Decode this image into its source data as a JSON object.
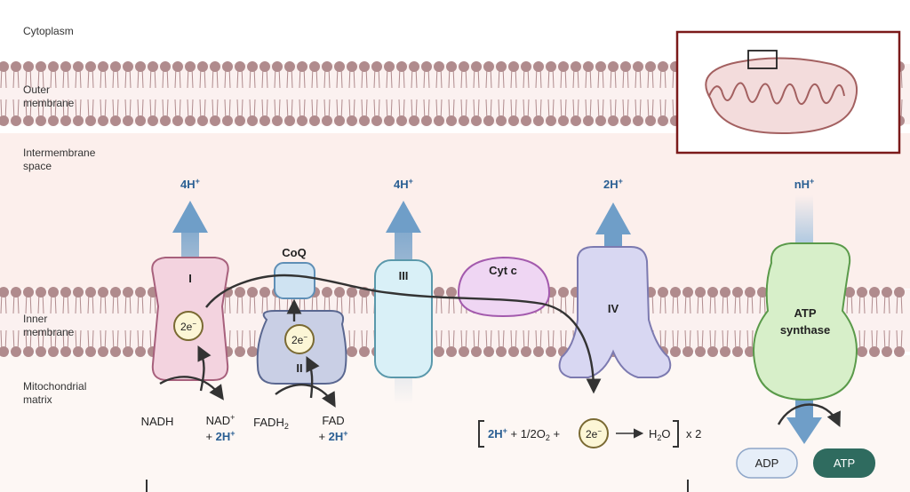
{
  "regions": {
    "cytoplasm": "Cytoplasm",
    "outer_membrane_line1": "Outer",
    "outer_membrane_line2": "membrane",
    "intermembrane_line1": "Intermembrane",
    "intermembrane_line2": "space",
    "inner_membrane_line1": "Inner",
    "inner_membrane_line2": "membrane",
    "matrix_line1": "Mitochondrial",
    "matrix_line2": "matrix"
  },
  "complexes": {
    "c1": "I",
    "coq": "CoQ",
    "c2": "II",
    "c3": "III",
    "cytc": "Cyt c",
    "c4": "IV",
    "atp_line1": "ATP",
    "atp_line2": "synthase"
  },
  "proton_labels": {
    "p1": "4H",
    "p3": "4H",
    "p4": "2H",
    "pn": "nH",
    "sup": "+"
  },
  "electrons": {
    "label": "2e",
    "sup": "−"
  },
  "substrates": {
    "nadh": "NADH",
    "nad": "NAD",
    "nad_sup": "+",
    "nad_h_prefix": "+ ",
    "nad_h": "2H",
    "nad_h_sup": "+",
    "fadh_main": "FADH",
    "fadh_sub": "2",
    "fad": "FAD",
    "fad_h_prefix": "+ ",
    "fad_h": "2H",
    "fad_h_sup": "+"
  },
  "equation": {
    "h": "2H",
    "h_sup": "+",
    "plus1": " + 1/2O",
    "o_sub": "2",
    "plus2": " +",
    "electron": "2e",
    "electron_sup": "−",
    "water_main": "H",
    "water_sub": "2",
    "water_end": "O",
    "times": "x 2"
  },
  "atp_products": {
    "adp": "ADP",
    "atp": "ATP"
  },
  "colors": {
    "lipid_head": "#b08b8d",
    "intermembrane_bg": "#fcefec",
    "matrix_bg": "#fdf7f4",
    "proton_arrow": "#6f9ec8",
    "proton_text": "#2a5f93",
    "complex1_fill": "#f3d3df",
    "complex1_stroke": "#a7607c",
    "coq_fill": "#cfe3f2",
    "coq_stroke": "#5f8fb6",
    "complex2_fill": "#c9cfe5",
    "complex2_stroke": "#5a6790",
    "complex3_fill": "#d9f0f7",
    "complex3_stroke": "#5a98ab",
    "cytc_fill": "#efd6f3",
    "cytc_stroke": "#a35aad",
    "complex4_fill": "#d8d7f2",
    "complex4_stroke": "#7c7ab0",
    "atp_synthase_fill": "#d7efc9",
    "atp_synthase_stroke": "#5a9a4a",
    "electron_fill": "#fcf6d6",
    "electron_stroke": "#7a6a33",
    "inset_border": "#7b1a1a",
    "adp_fill": "#e6eef8",
    "atp_fill": "#2f6b5f"
  }
}
